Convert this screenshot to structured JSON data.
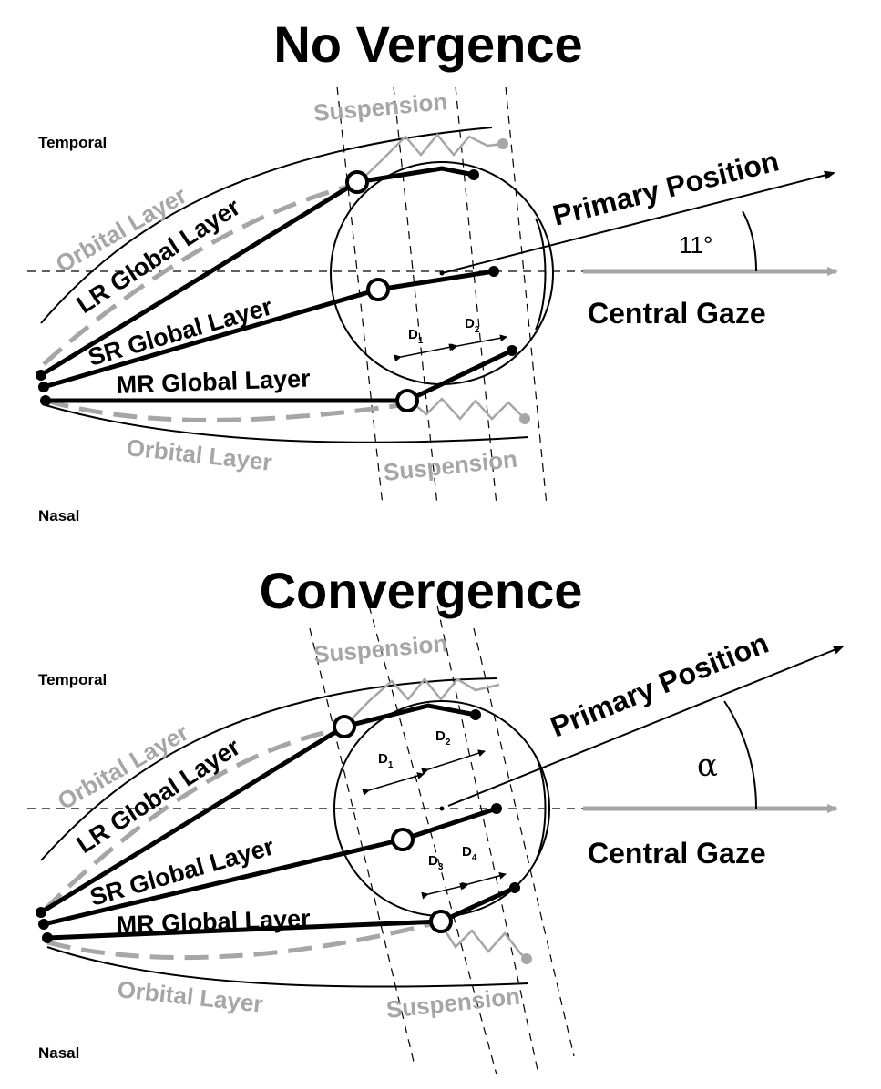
{
  "panels": [
    {
      "title": "No Vergence",
      "temporal": "Temporal",
      "nasal": "Nasal",
      "suspension_top": "Suspension",
      "suspension_bottom": "Suspension",
      "orbital_top": "Orbital Layer",
      "orbital_bottom": "Orbital Layer",
      "lr": "LR Global Layer",
      "sr": "SR Global Layer",
      "mr": "MR Global Layer",
      "primary": "Primary Position",
      "central": "Central Gaze",
      "angle": "11°",
      "d_labels": [
        {
          "base": "D",
          "sub": "1"
        },
        {
          "base": "D",
          "sub": "2"
        }
      ]
    },
    {
      "title": "Convergence",
      "temporal": "Temporal",
      "nasal": "Nasal",
      "suspension_top": "Suspension",
      "suspension_bottom": "Suspension",
      "orbital_top": "Orbital Layer",
      "orbital_bottom": "Orbital Layer",
      "lr": "LR Global Layer",
      "sr": "SR Global Layer",
      "mr": "MR Global Layer",
      "primary": "Primary Position",
      "central": "Central Gaze",
      "angle": "α",
      "d_labels": [
        {
          "base": "D",
          "sub": "1"
        },
        {
          "base": "D",
          "sub": "2"
        },
        {
          "base": "D",
          "sub": "3"
        },
        {
          "base": "D",
          "sub": "4"
        }
      ]
    }
  ],
  "colors": {
    "ink": "#000000",
    "gray": "#a6a6a6"
  }
}
